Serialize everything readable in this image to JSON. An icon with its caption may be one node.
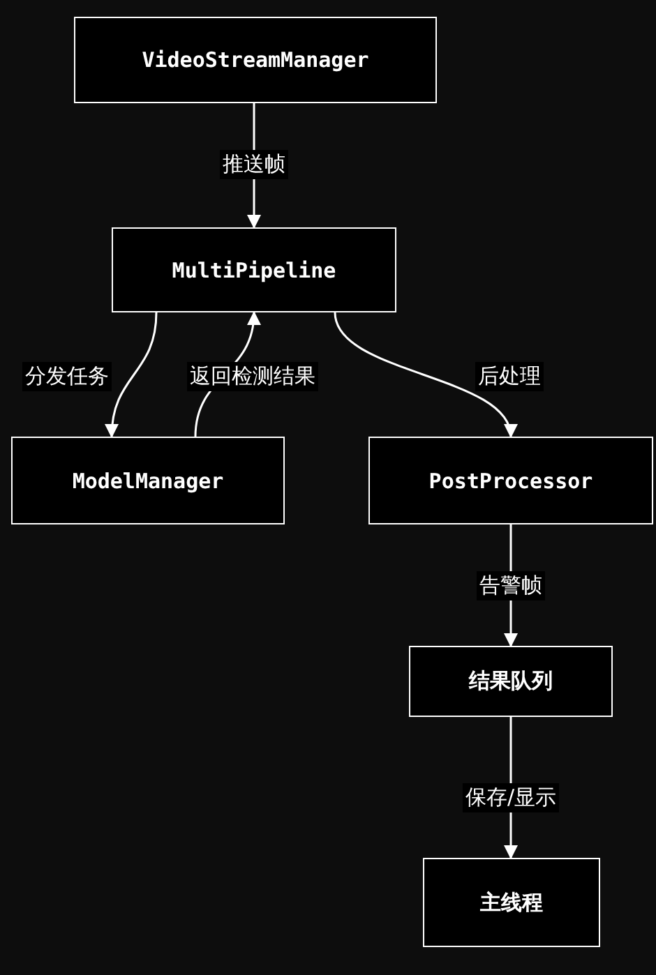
{
  "diagram": {
    "nodes": [
      {
        "text": [
          "VideoStreamManager"
        ]
      },
      {
        "text": [
          "MultiPipeline"
        ]
      },
      {
        "text": [
          "ModelManager"
        ]
      },
      {
        "text": [
          "PostProcessor"
        ]
      },
      {
        "text": [
          "结果队列"
        ]
      },
      {
        "text": [
          "主线程"
        ]
      }
    ],
    "edges": [
      {
        "from": 0,
        "to": 1,
        "arrow": "to",
        "label": "推送帧"
      },
      {
        "from": 1,
        "to": 2,
        "arrow": "to",
        "label": "分发任务"
      },
      {
        "from": 2,
        "to": 1,
        "arrow": "to",
        "label": "返回检测结果"
      },
      {
        "from": 1,
        "to": 3,
        "arrow": "to",
        "label": "后处理"
      },
      {
        "from": 3,
        "to": 4,
        "arrow": "to",
        "label": "告警帧"
      },
      {
        "from": 4,
        "to": 5,
        "arrow": "to",
        "label": "保存/显示"
      }
    ]
  }
}
